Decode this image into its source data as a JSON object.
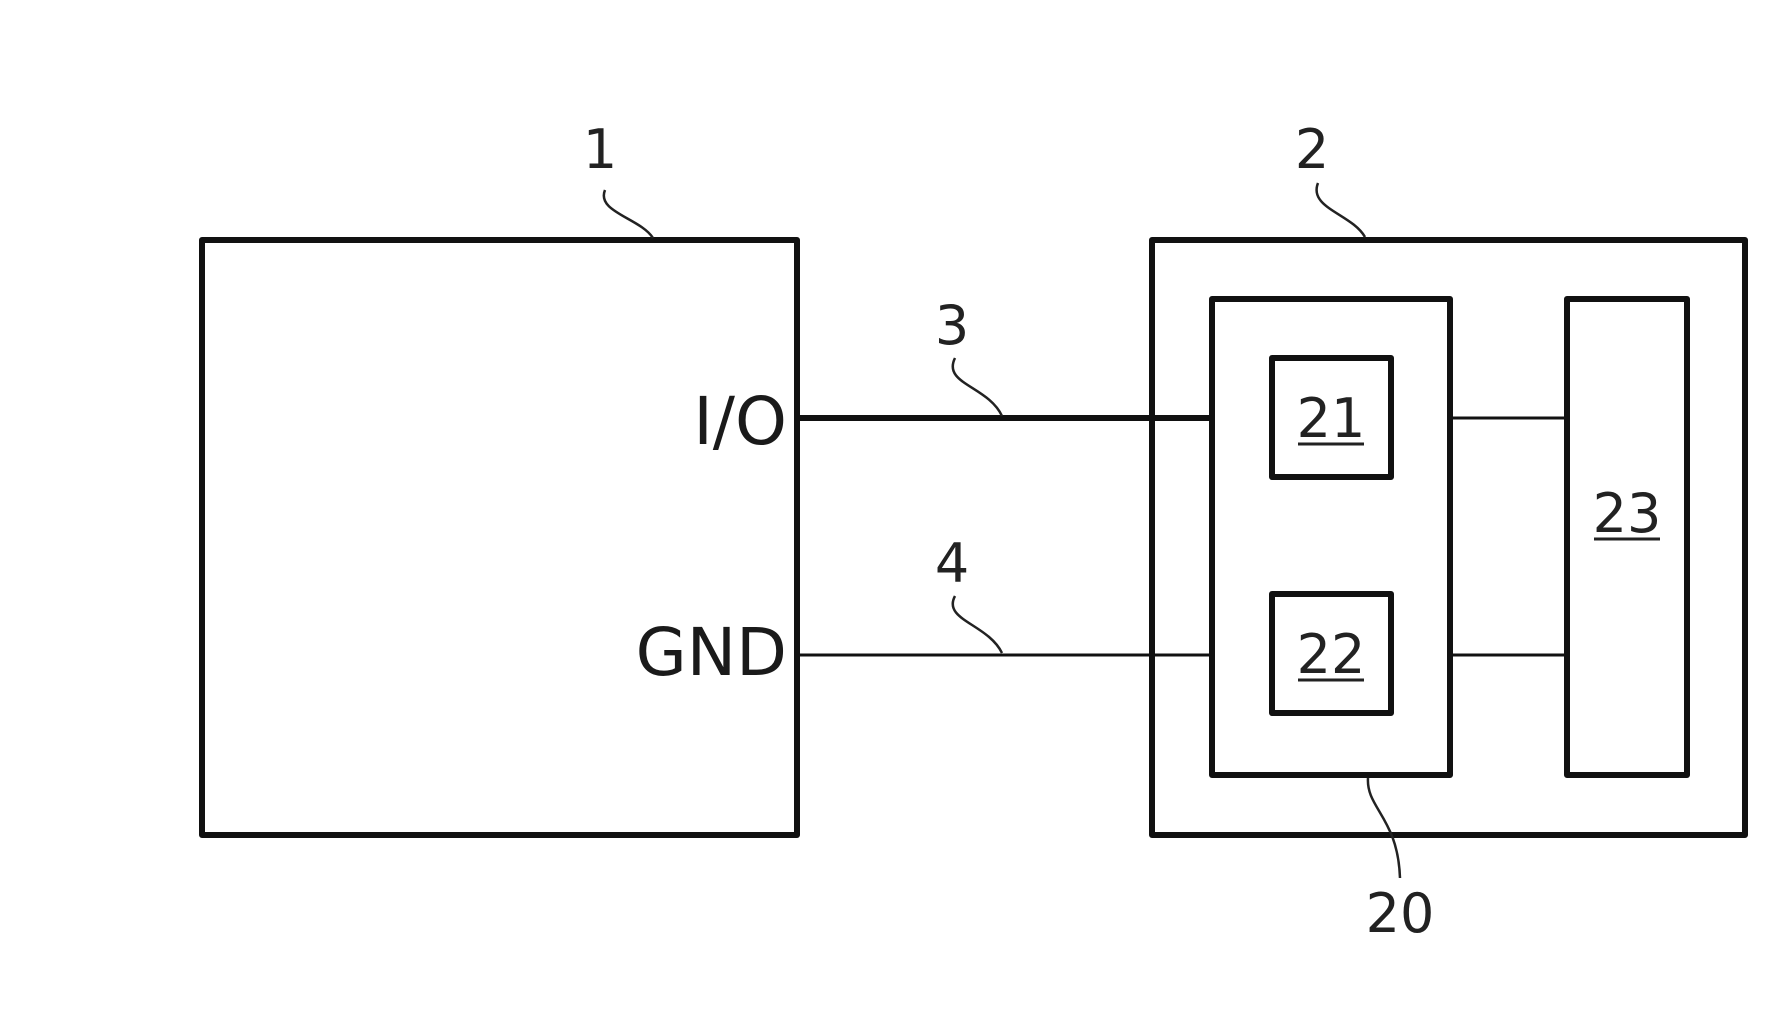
{
  "diagram": {
    "labels": {
      "block_1": "1",
      "block_2": "2",
      "line_3": "3",
      "line_4": "4",
      "block_20": "20",
      "block_21": "21",
      "block_22": "22",
      "block_23": "23",
      "pin_io": "I/O",
      "pin_gnd": "GND"
    },
    "underlined": [
      "21",
      "22",
      "23"
    ],
    "colors": {
      "stroke": "#111111",
      "text": "#222222",
      "background": "#ffffff"
    }
  }
}
